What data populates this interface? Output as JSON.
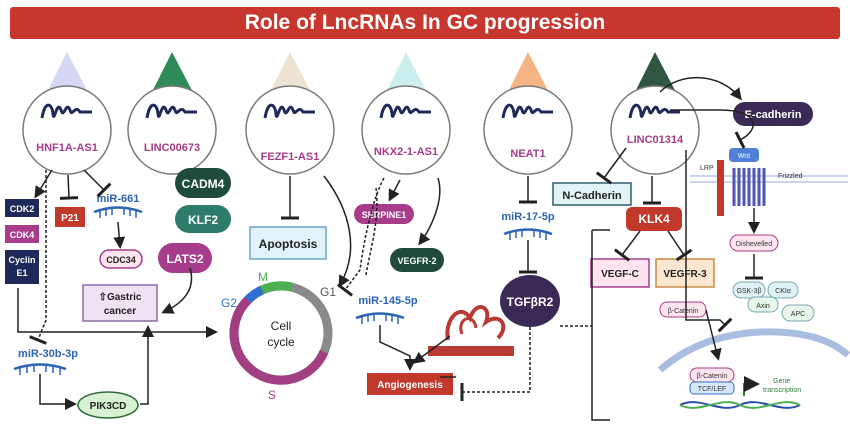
{
  "title": "Role of LncRNAs In GC progression",
  "lncrnas": [
    {
      "label": "HNF1A-AS1",
      "tint": "#d6d6f5"
    },
    {
      "label": "LINC00673",
      "tint": "#2e8b57"
    },
    {
      "label": "FEZF1-AS1",
      "tint": "#eee3d2"
    },
    {
      "label": "NKX2-1-AS1",
      "tint": "#cdeeee"
    },
    {
      "label": "NEAT1",
      "tint": "#f4b483"
    },
    {
      "label": "LINC01314",
      "tint": "#2f5741"
    }
  ],
  "labels": {
    "cdk2": "CDK2",
    "cdk4": "CDK4",
    "cyclin": "Cyclin",
    "e1": "E1",
    "p21": "P21",
    "mir661": "miR-661",
    "cdc34": "CDC34",
    "gastric_line1": "⇧Gastric",
    "gastric_line2": "cancer",
    "mir30b": "miR-30b-3p",
    "pik3cd": "PIK3CD",
    "cadm4": "CADM4",
    "klf2": "KLF2",
    "lats2": "LATS2",
    "apoptosis": "Apoptosis",
    "cell_cycle_line1": "Cell",
    "cell_cycle_line2": "cycle",
    "phase_m": "M",
    "phase_g2": "G2",
    "phase_g1": "G1",
    "phase_s": "S",
    "serpine1": "SERPINE1",
    "vegfr2": "VEGFR-2",
    "mir145": "miR-145-5p",
    "mir17": "miR-17-5p",
    "tgfbr2": "TGFβR2",
    "angiogenesis": "Angiogenesis",
    "ncadherin": "N-Cadherin",
    "ecadherin": "E-cadherin",
    "klk4": "KLK4",
    "vegfc": "VEGF-C",
    "vegfr3": "VEGFR-3",
    "lrp": "LRP",
    "wnt": "Wnt",
    "frizzled": "Frizzled",
    "dishevelled": "Dishevelled",
    "gsk3b": "GSK-3β",
    "ck1a": "CKIα",
    "axin": "Axin",
    "apc": "APC",
    "bcatenin": "β-Catenin",
    "bcatenin_nuc": "β-Catenin",
    "tcf": "TCF/LEF",
    "gene_line1": "Gene",
    "gene_line2": "transcription"
  },
  "colors": {
    "title_bg": "#c8372d",
    "navy": "#1f2a5a",
    "magenta": "#a63c8a",
    "dark_green": "#1e4b3a",
    "node_red": "#c0392b",
    "slate_blue": "#2b63b5",
    "phase_green": "#4caf50",
    "phase_blue": "#2f6fd1",
    "phase_magenta": "#a13f82",
    "phase_gray": "#8a8a8a"
  }
}
